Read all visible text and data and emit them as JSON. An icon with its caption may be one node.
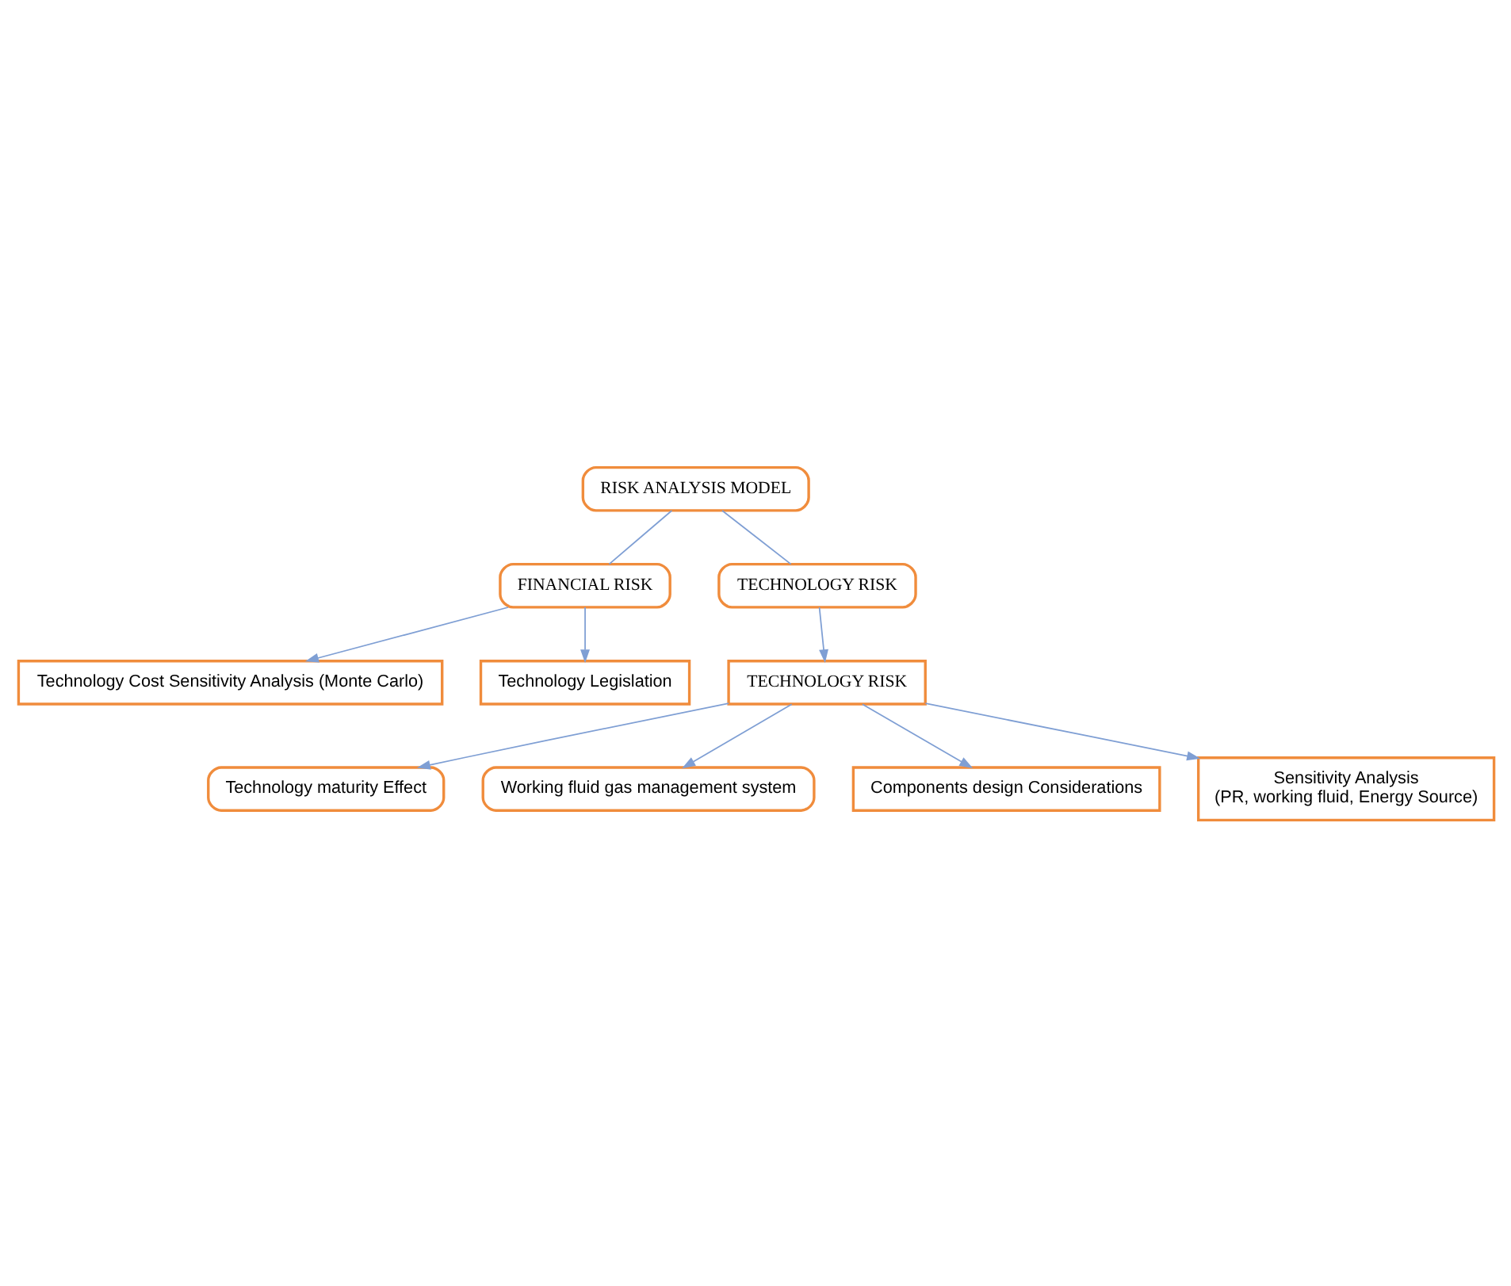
{
  "diagram": {
    "nodes": [
      {
        "text": [
          "RISK ANALYSIS MODEL"
        ]
      },
      {
        "text": [
          "Technology Cost Sensitivity Analysis (Monte Carlo)"
        ]
      },
      {
        "text": [
          "FINANCIAL RISK"
        ]
      },
      {
        "text": [
          "TECHNOLOGY RISK"
        ]
      },
      {
        "text": [
          "Technology Legislation"
        ]
      },
      {
        "text": [
          "Technology maturity Effect"
        ]
      },
      {
        "text": [
          "Working fluid gas management system"
        ]
      },
      {
        "text": [
          "TECHNOLOGY RISK"
        ]
      },
      {
        "text": [
          "Components design Considerations"
        ]
      },
      {
        "text": [
          "Sensitivity Analysis",
          "(PR, working fluid, Energy Source)"
        ]
      }
    ],
    "edges": [
      {
        "from": 0,
        "to": 2,
        "arrow": "none"
      },
      {
        "from": 0,
        "to": 3,
        "arrow": "none"
      },
      {
        "from": 2,
        "to": 1,
        "arrow": "to"
      },
      {
        "from": 2,
        "to": 4,
        "arrow": "to"
      },
      {
        "from": 3,
        "to": 7,
        "arrow": "to"
      },
      {
        "from": 7,
        "to": 5,
        "arrow": "to"
      },
      {
        "from": 7,
        "to": 6,
        "arrow": "to"
      },
      {
        "from": 7,
        "to": 8,
        "arrow": "to"
      },
      {
        "from": 7,
        "to": 9,
        "arrow": "to"
      }
    ]
  }
}
